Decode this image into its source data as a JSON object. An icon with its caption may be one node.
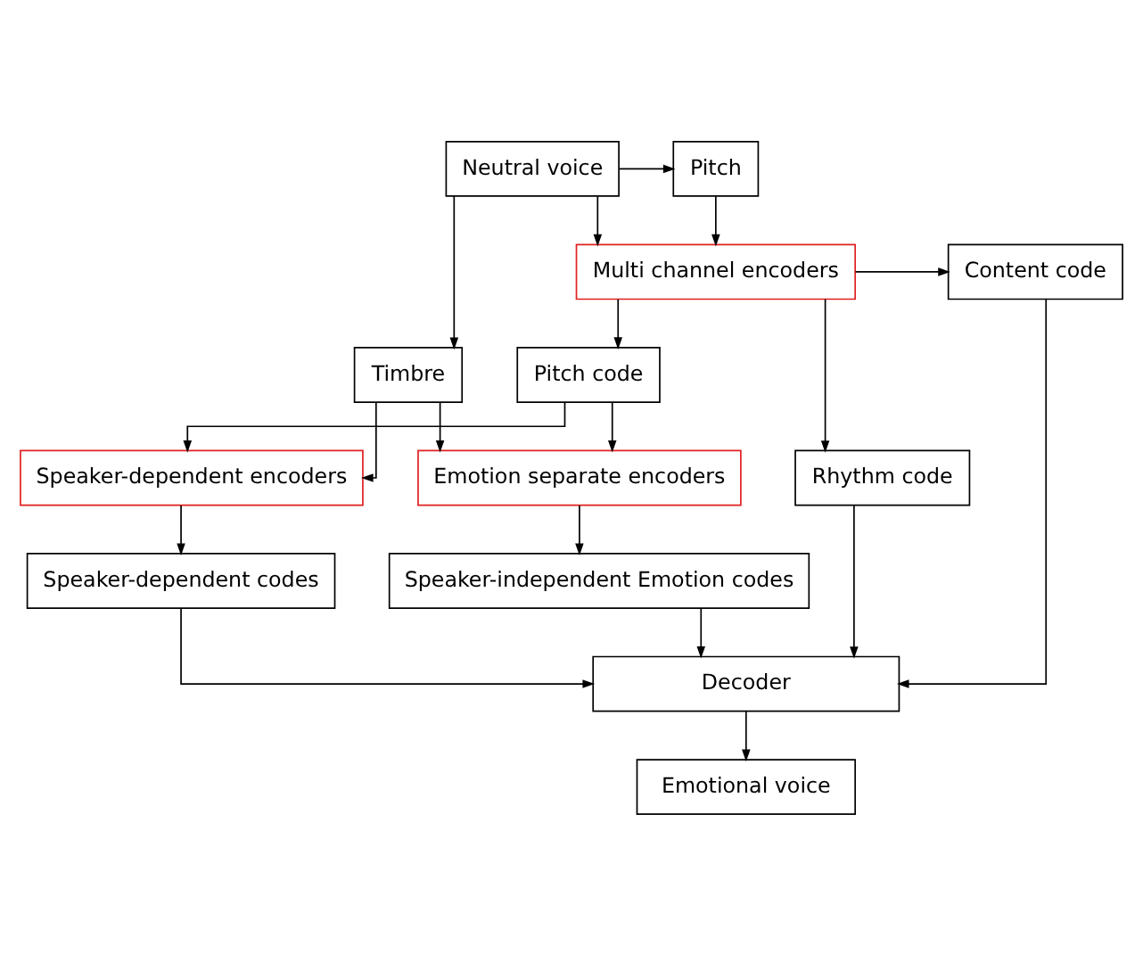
{
  "diagram": {
    "nodes": [
      {
        "text": [
          "Multi channel encoders"
        ]
      },
      {
        "text": [
          "Content code"
        ]
      },
      {
        "text": [
          "Neutral voice"
        ]
      },
      {
        "text": [
          "Pitch"
        ]
      },
      {
        "text": [
          "Rhythm code"
        ]
      },
      {
        "text": [
          "Timbre"
        ]
      },
      {
        "text": [
          "Pitch code"
        ]
      },
      {
        "text": [
          "Speaker-dependent encoders"
        ]
      },
      {
        "text": [
          "Emotion separate encoders"
        ]
      },
      {
        "text": [
          "Speaker-dependent codes"
        ]
      },
      {
        "text": [
          "Speaker-independent Emotion codes"
        ]
      },
      {
        "text": [
          "Decoder"
        ]
      },
      {
        "text": [
          "Emotional voice"
        ]
      }
    ],
    "edges": [
      {
        "from": 2,
        "to": 0,
        "arrow": "to"
      },
      {
        "from": 2,
        "to": 3,
        "arrow": "to"
      },
      {
        "from": 2,
        "to": 5,
        "arrow": "to"
      },
      {
        "from": 3,
        "to": 0,
        "arrow": "to"
      },
      {
        "from": 0,
        "to": 1,
        "arrow": "to"
      },
      {
        "from": 0,
        "to": 4,
        "arrow": "to"
      },
      {
        "from": 0,
        "to": 6,
        "arrow": "to"
      },
      {
        "from": 5,
        "to": 7,
        "arrow": "to"
      },
      {
        "from": 5,
        "to": 8,
        "arrow": "to"
      },
      {
        "from": 6,
        "to": 7,
        "arrow": "to"
      },
      {
        "from": 6,
        "to": 8,
        "arrow": "to"
      },
      {
        "from": 7,
        "to": 9,
        "arrow": "to"
      },
      {
        "from": 8,
        "to": 10,
        "arrow": "to"
      },
      {
        "from": 9,
        "to": 11,
        "arrow": "to"
      },
      {
        "from": 10,
        "to": 11,
        "arrow": "to"
      },
      {
        "from": 4,
        "to": 11,
        "arrow": "to"
      },
      {
        "from": 1,
        "to": 11,
        "arrow": "to"
      },
      {
        "from": 11,
        "to": 12,
        "arrow": "to"
      }
    ]
  }
}
